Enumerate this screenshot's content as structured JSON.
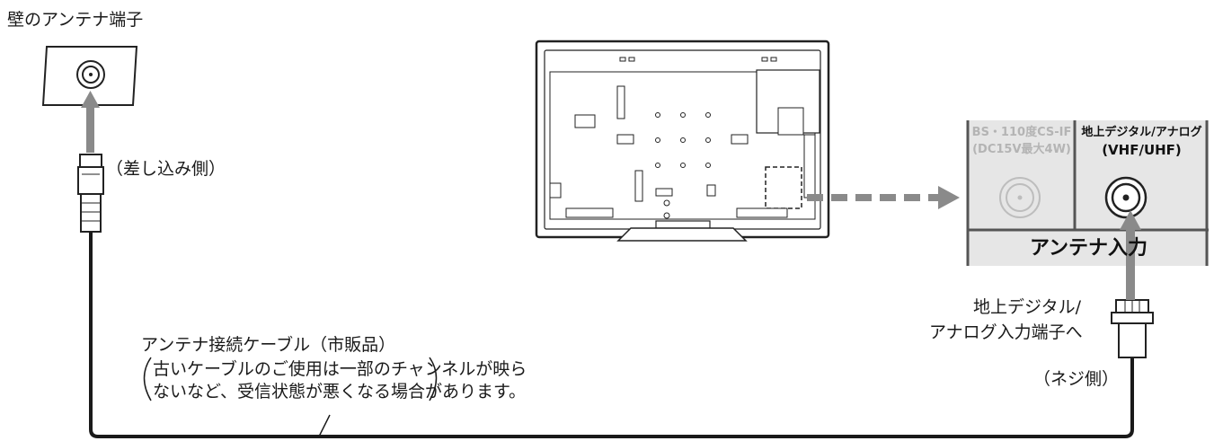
{
  "labels": {
    "wall_jack": "壁のアンテナ端子",
    "plug_side": "（差し込み側）",
    "cable_title": "アンテナ接続ケーブル（市販品）",
    "cable_note_line1": "古いケーブルのご使用は一部のチャンネルが映ら",
    "cable_note_line2": "ないなど、受信状態が悪くなる場合があります。",
    "terminal_line1": "地上デジタル/",
    "terminal_line2": "アナログ入力端子へ",
    "screw_side": "（ネジ側）"
  },
  "panel": {
    "bs_line1": "BS・110度CS-IF",
    "bs_line2": "(DC15V最大4W)",
    "terrestrial_line1": "地上デジタル/アナログ",
    "terrestrial_line2": "(VHF/UHF)",
    "antenna_input": "アンテナ入力"
  },
  "colors": {
    "cable": "#1a1a1a",
    "arrow": "#8a8a8a",
    "panel_bg": "#e6e6e6",
    "disabled_text": "#b4b4b4"
  }
}
